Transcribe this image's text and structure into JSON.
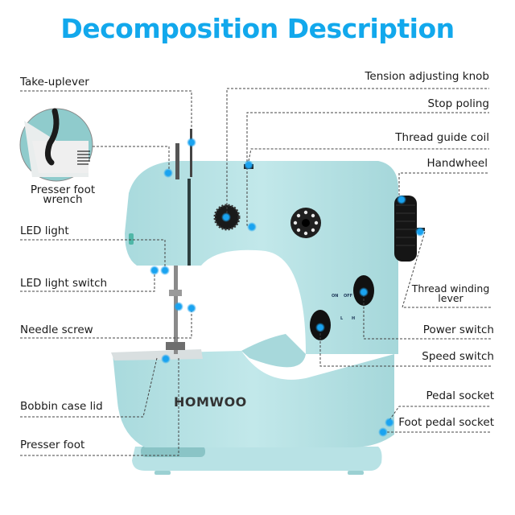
{
  "title": "Decomposition Description",
  "brand": "HOMWOO",
  "colors": {
    "title": "#12a8ec",
    "body": "#b7e3e6",
    "marker": "#1aa3f0",
    "leader_line": "#444444"
  },
  "labels_left": [
    {
      "id": "take-up-lever",
      "text": "Take-uplever"
    },
    {
      "id": "presser-foot-wrench",
      "text": "Presser foot\nwrench",
      "line1": "Presser foot",
      "line2": "wrench"
    },
    {
      "id": "led-light",
      "text": "LED light"
    },
    {
      "id": "led-light-switch",
      "text": "LED light switch"
    },
    {
      "id": "needle-screw",
      "text": "Needle screw"
    },
    {
      "id": "bobbin-case-lid",
      "text": "Bobbin case lid"
    },
    {
      "id": "presser-foot",
      "text": "Presser foot"
    }
  ],
  "labels_right": [
    {
      "id": "tension-adjusting-knob",
      "text": "Tension adjusting knob"
    },
    {
      "id": "stop-poling",
      "text": "Stop poling"
    },
    {
      "id": "thread-guide-coil",
      "text": "Thread guide coil"
    },
    {
      "id": "handwheel",
      "text": "Handwheel"
    },
    {
      "id": "thread-winding-lever",
      "text": "Thread winding\nlever",
      "line1": "Thread winding",
      "line2": "lever"
    },
    {
      "id": "power-switch",
      "text": "Power switch"
    },
    {
      "id": "speed-switch",
      "text": "Speed switch"
    },
    {
      "id": "pedal-socket",
      "text": "Pedal socket"
    },
    {
      "id": "foot-pedal-socket",
      "text": "Foot pedal socket"
    }
  ],
  "switch_marks": {
    "power": [
      "ON",
      "OFF"
    ],
    "speed": [
      "L",
      "H"
    ]
  }
}
